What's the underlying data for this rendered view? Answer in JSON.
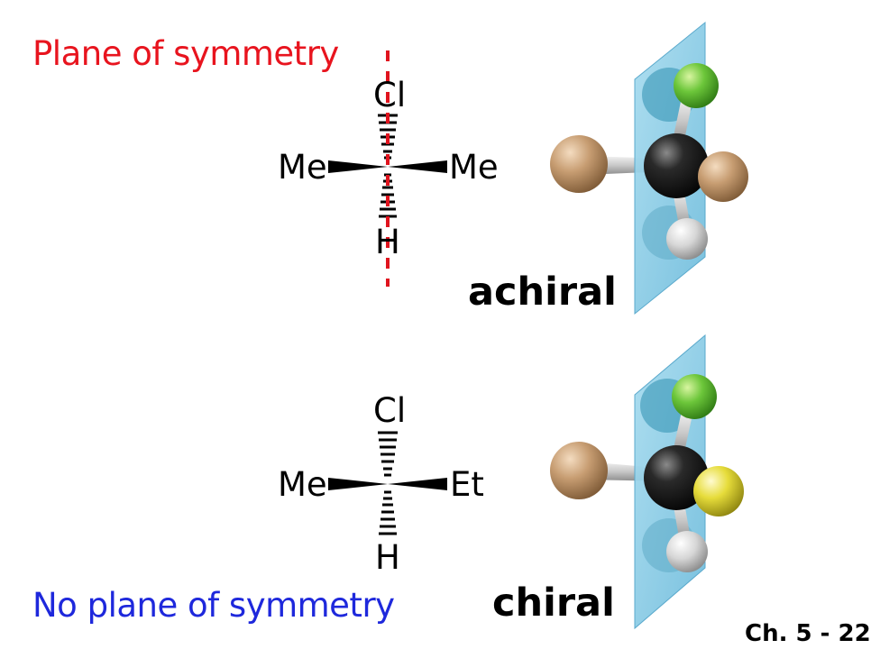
{
  "top": {
    "heading": "Plane of symmetry",
    "atoms": {
      "top": "Cl",
      "left": "Me",
      "right": "Me",
      "bottom": "H"
    },
    "verdict": "achiral"
  },
  "bottom": {
    "heading": "No plane of symmetry",
    "atoms": {
      "top": "Cl",
      "left": "Me",
      "right": "Et",
      "bottom": "H"
    },
    "verdict": "chiral"
  },
  "slide_number": "Ch. 5 - 22",
  "colors": {
    "plane_heading": "#e8141e",
    "no_plane_heading": "#1e28dc",
    "symmetry_line": "#e0141e",
    "mirror_plane": "#8fd0e8",
    "carbon": "#1a1a1a",
    "chlorine": "#66cc33",
    "methyl": "#c09a6e",
    "ethyl": "#e8e040",
    "hydrogen": "#d8d8d8"
  }
}
